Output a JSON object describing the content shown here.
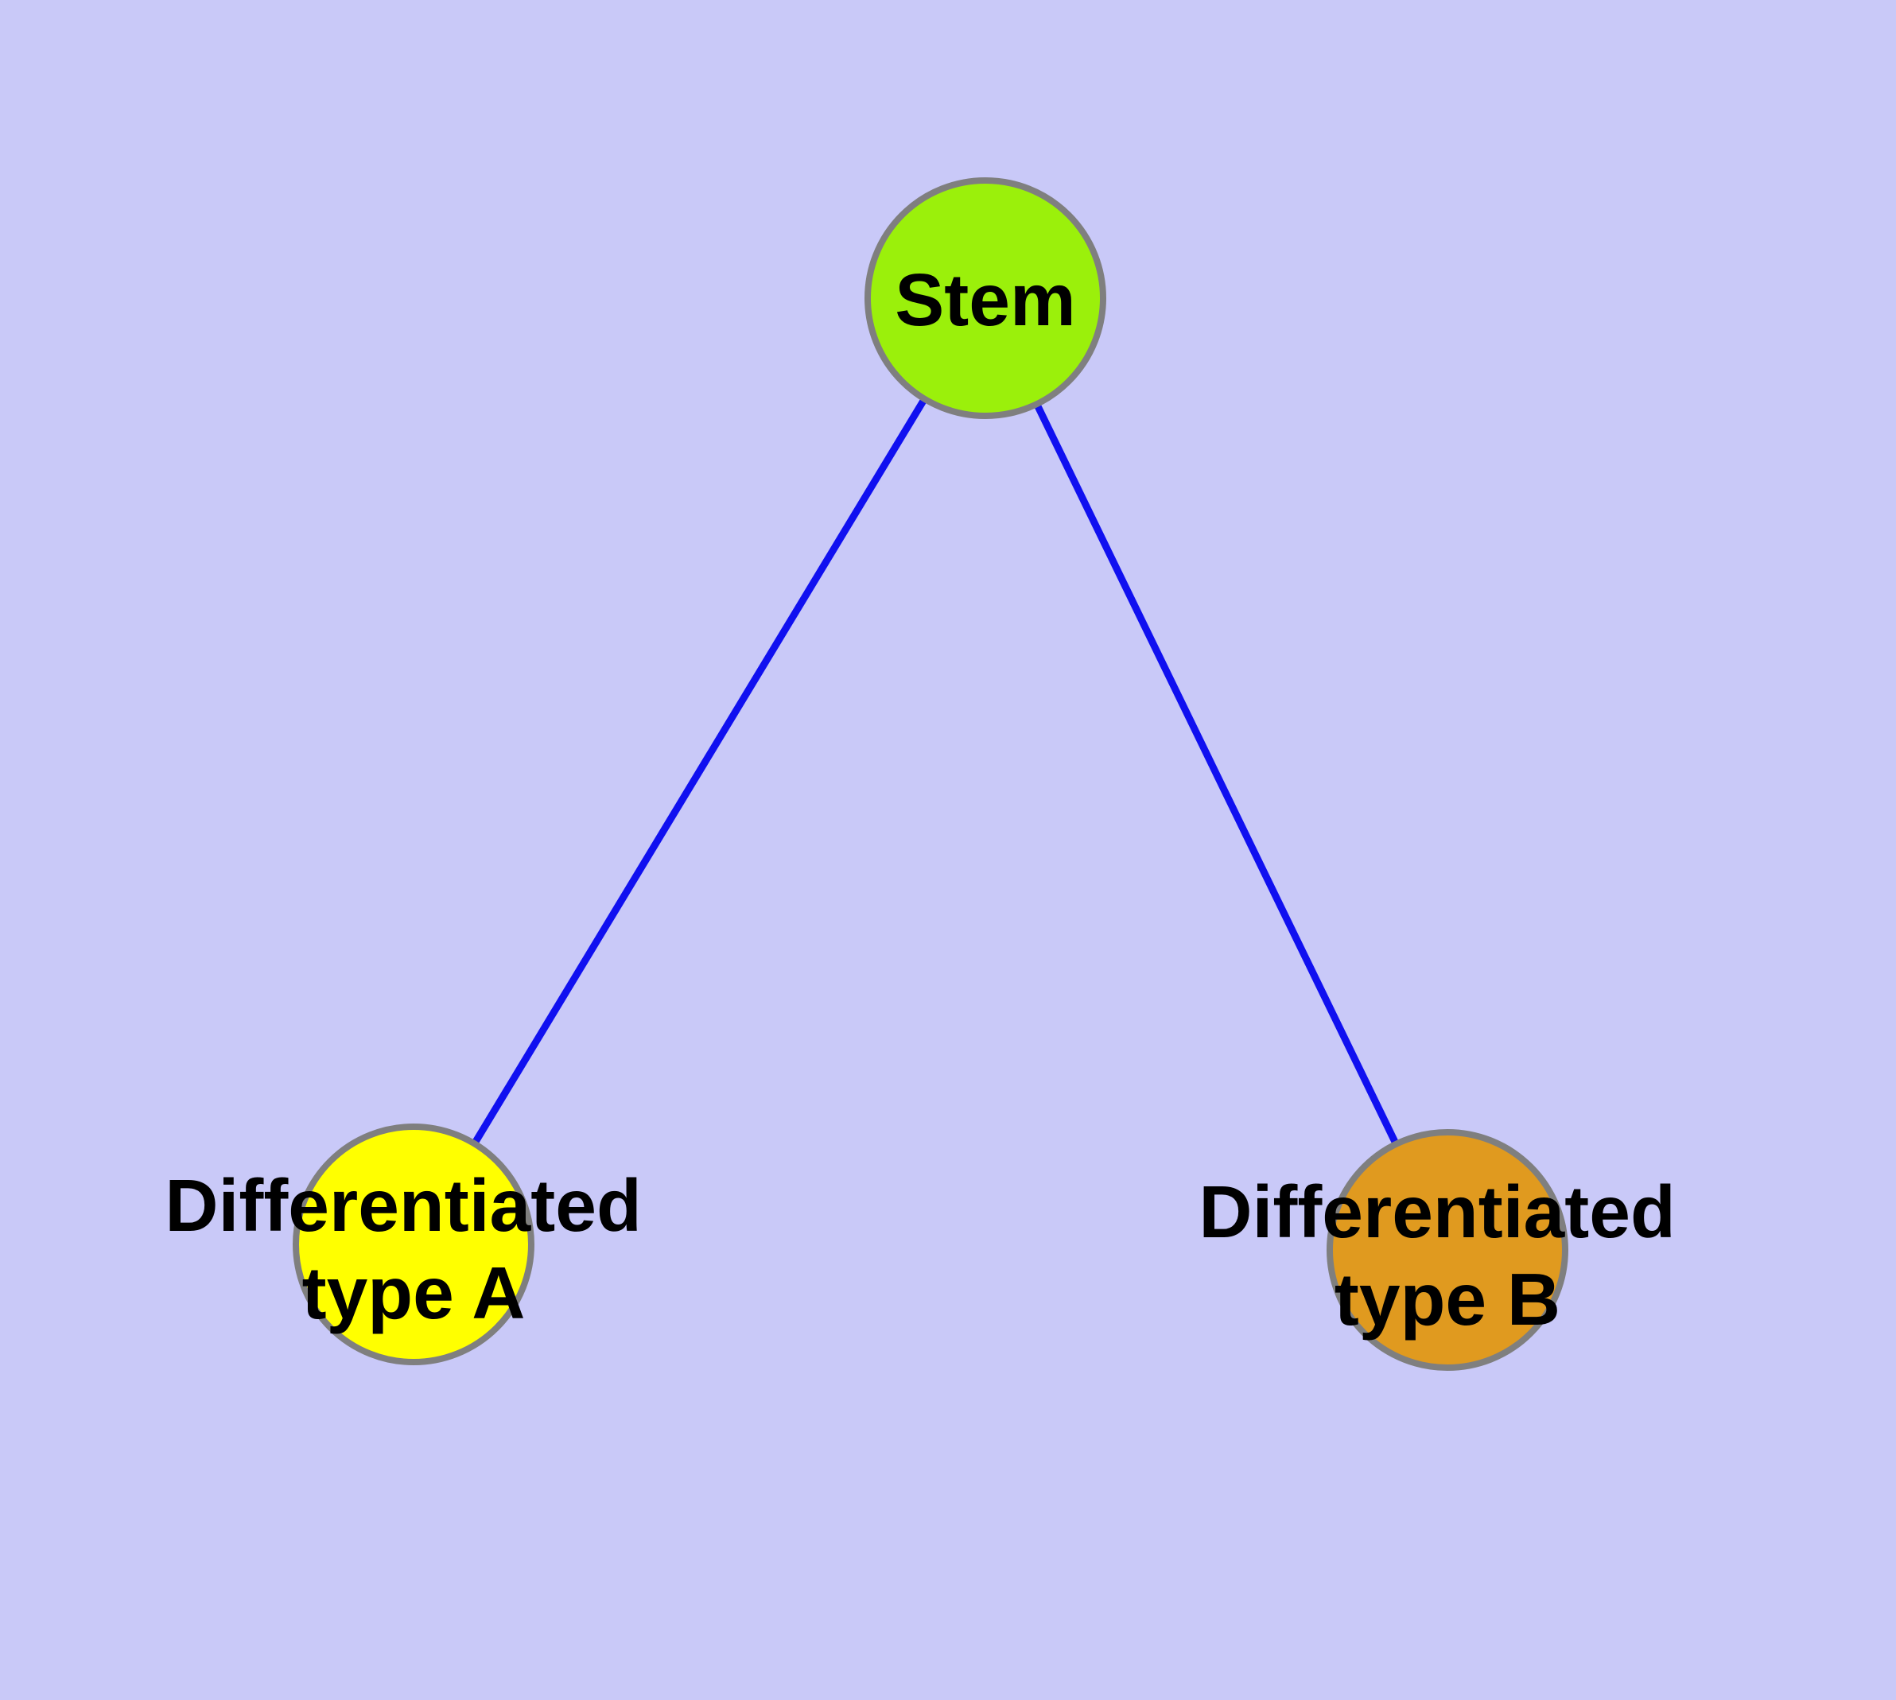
{
  "diagram": {
    "background_color": "#c9c9f8",
    "edge_color": "#1010f0",
    "node_border_color": "#7f7f7f",
    "label_color": "#000000",
    "nodes": {
      "stem": {
        "label": "Stem",
        "fill": "#9bf00b"
      },
      "type_a": {
        "label_line1": "Differentiated",
        "label_line2": "type A",
        "fill": "#ffff00"
      },
      "type_b": {
        "label_line1": "Differentiated",
        "label_line2": "type B",
        "fill": "#e09a1f"
      }
    },
    "edges": [
      {
        "from": "Stem",
        "to": "Differentiated type A"
      },
      {
        "from": "Stem",
        "to": "Differentiated type B"
      }
    ]
  }
}
